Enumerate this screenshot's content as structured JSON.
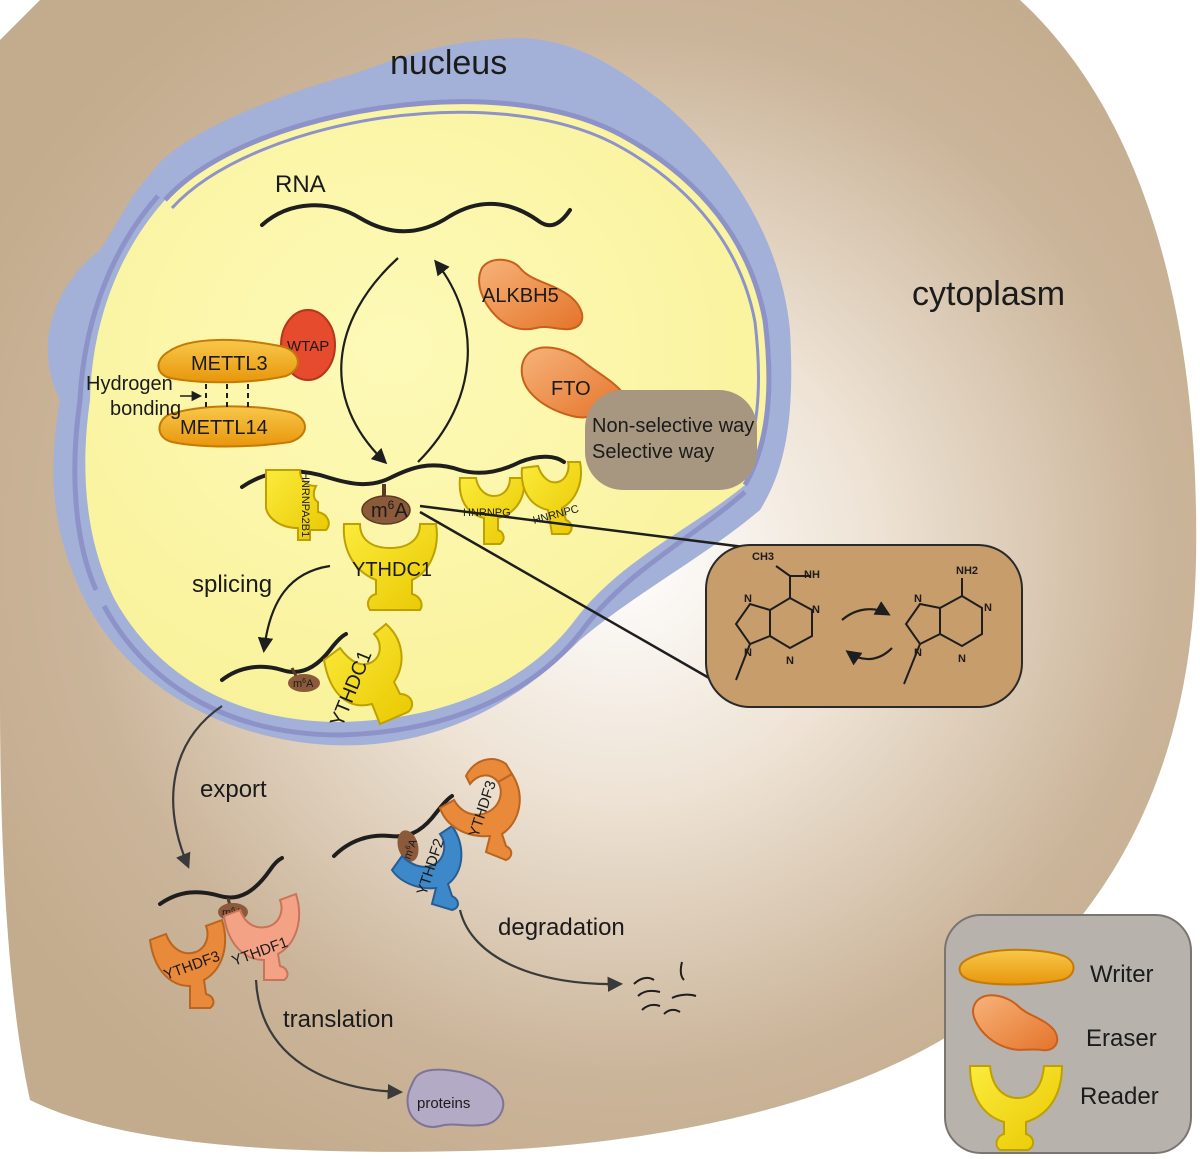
{
  "regions": {
    "nucleus": "nucleus",
    "cytoplasm": "cytoplasm"
  },
  "labels": {
    "rna": "RNA",
    "splicing": "splicing",
    "export": "export",
    "degradation": "degradation",
    "translation": "translation",
    "hydrogen": "Hydrogen",
    "bonding": "bonding",
    "m6a_base": "m",
    "m6a_sup": "6",
    "m6a_tail": "A"
  },
  "writers": {
    "mettl3": "METTL3",
    "mettl14": "METTL14",
    "wtap": "WTAP"
  },
  "erasers": {
    "alkbh5": "ALKBH5",
    "fto": "FTO"
  },
  "readers": {
    "hnrnpa2b1": "HNRNPA2B1",
    "hnrnpg": "HNRNPG",
    "hnrnpc": "HNRNPC",
    "ythdc1": "YTHDC1",
    "ythdc1_export": "YTHDC1",
    "ythdf1": "YTHDF1",
    "ythdf2": "YTHDF2",
    "ythdf3_translation": "YTHDF3",
    "ythdf3_degradation": "YTHDF3"
  },
  "fto_box": {
    "line1": "Non-selective way",
    "line2": "Selective way"
  },
  "chemistry": {
    "methyl": "CH3",
    "nh": "NH",
    "nh2": "NH2",
    "n": "N"
  },
  "products": {
    "proteins": "proteins"
  },
  "legend": {
    "writer": "Writer",
    "eraser": "Eraser",
    "reader": "Reader"
  },
  "colors": {
    "cytoplasm": "#c8b092",
    "nucleus_fill": "#fbf7a3",
    "envelope": "#9aa9d2",
    "membrane": "#8c93c9",
    "writer": "#f2a91a",
    "eraser": "#f08a3e",
    "reader": "#f5dd0a",
    "wtap": "#e54b2c",
    "ythdf2": "#3d88c9",
    "ythdf1": "#f4a285",
    "ythdf3": "#e9893a",
    "m6a": "#8a5a3a",
    "proteins": "#b3aac6",
    "chem_box": "#c69a6a",
    "legend_box": "#b8b2ac"
  }
}
